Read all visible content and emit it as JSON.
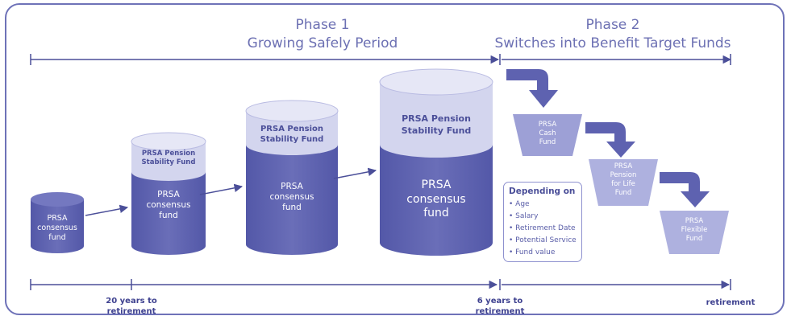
{
  "phase1": {
    "line1": "Phase 1",
    "line2": "Growing Safely Period"
  },
  "phase2": {
    "line1": "Phase 2",
    "line2": "Switches into Benefit Target Funds"
  },
  "cylinders": [
    {
      "id": "c1",
      "main_lines": [
        "PRSA",
        "consensus",
        "fund"
      ]
    },
    {
      "id": "c2",
      "top_lines": [
        "PRSA Pension",
        "Stability Fund"
      ],
      "main_lines": [
        "PRSA",
        "consensus",
        "fund"
      ]
    },
    {
      "id": "c3",
      "top_lines": [
        "PRSA Pension",
        "Stability Fund"
      ],
      "main_lines": [
        "PRSA",
        "consensus",
        "fund"
      ]
    },
    {
      "id": "c4",
      "top_lines": [
        "PRSA Pension",
        "Stability Fund"
      ],
      "main_lines": [
        "PRSA",
        "consensus",
        "fund"
      ]
    }
  ],
  "funnels": [
    {
      "id": "f1",
      "lines": [
        "PRSA",
        "Cash",
        "Fund"
      ]
    },
    {
      "id": "f2",
      "lines": [
        "PRSA",
        "Pension",
        "for Life",
        "Fund"
      ]
    },
    {
      "id": "f3",
      "lines": [
        "PRSA",
        "Flexible",
        "Fund"
      ]
    }
  ],
  "depending": {
    "title": "Depending on",
    "items": [
      "Age",
      "Salary",
      "Retirement Date",
      "Potential Service",
      "Fund value"
    ]
  },
  "timeline": {
    "label_20": [
      "20 years to",
      "retirement"
    ],
    "label_6": [
      "6 years to",
      "retirement"
    ],
    "label_end": "retirement"
  },
  "colors": {
    "frame": "#6e72b8",
    "phase_text": "#6c70b3",
    "cylinder_body": "#5e62b0",
    "cylinder_top": "#d3d5ee",
    "funnel": "#9da0d6",
    "arrow": "#5e62b0",
    "line": "#4b4f99"
  }
}
